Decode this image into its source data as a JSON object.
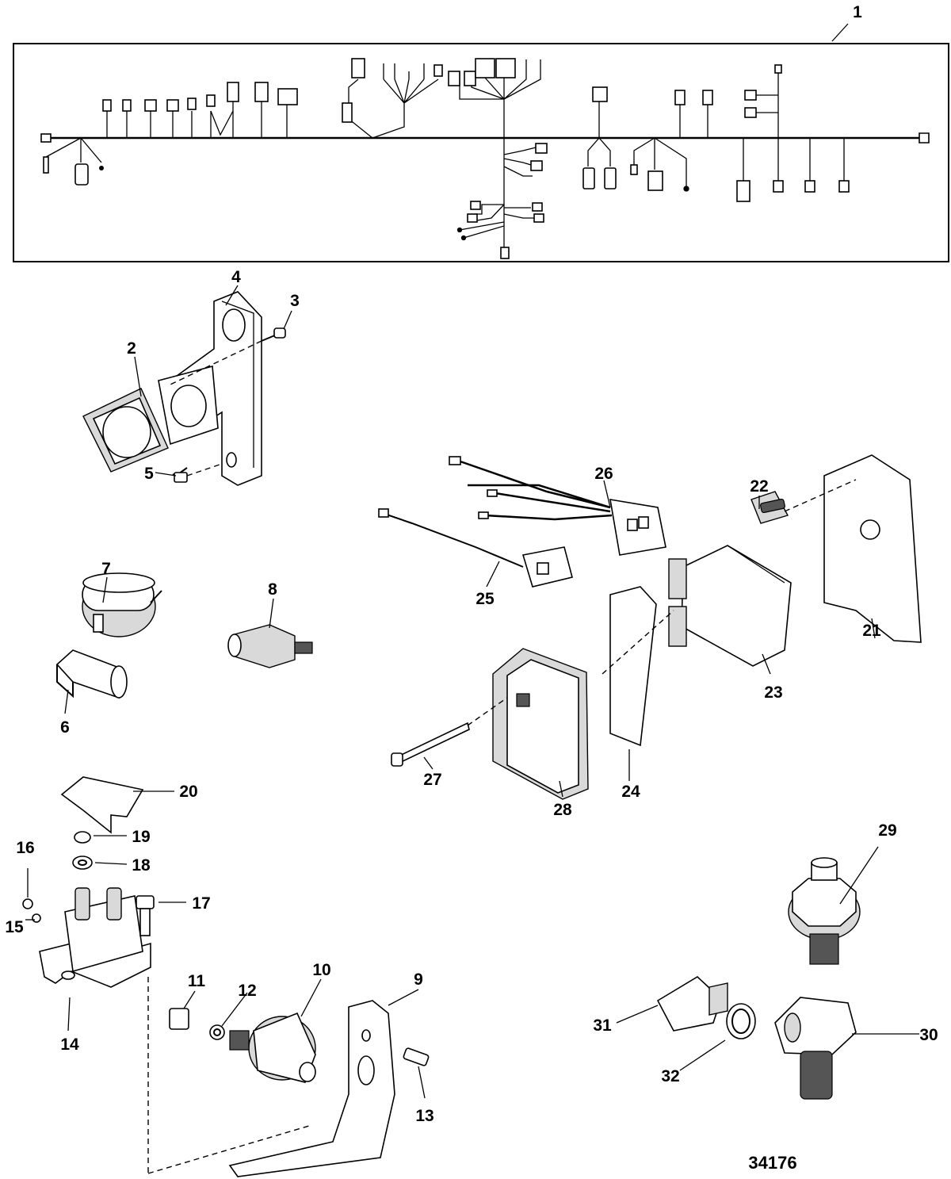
{
  "figure": {
    "reference_number": "34176"
  },
  "callouts": [
    {
      "id": "1",
      "label": "1"
    },
    {
      "id": "2",
      "label": "2"
    },
    {
      "id": "3",
      "label": "3"
    },
    {
      "id": "4",
      "label": "4"
    },
    {
      "id": "5",
      "label": "5"
    },
    {
      "id": "6",
      "label": "6"
    },
    {
      "id": "7",
      "label": "7"
    },
    {
      "id": "8",
      "label": "8"
    },
    {
      "id": "9",
      "label": "9"
    },
    {
      "id": "10",
      "label": "10"
    },
    {
      "id": "11",
      "label": "11"
    },
    {
      "id": "12",
      "label": "12"
    },
    {
      "id": "13",
      "label": "13"
    },
    {
      "id": "14",
      "label": "14"
    },
    {
      "id": "15",
      "label": "15"
    },
    {
      "id": "16",
      "label": "16"
    },
    {
      "id": "17",
      "label": "17"
    },
    {
      "id": "18",
      "label": "18"
    },
    {
      "id": "19",
      "label": "19"
    },
    {
      "id": "20",
      "label": "20"
    },
    {
      "id": "21",
      "label": "21"
    },
    {
      "id": "22",
      "label": "22"
    },
    {
      "id": "23",
      "label": "23"
    },
    {
      "id": "24",
      "label": "24"
    },
    {
      "id": "25",
      "label": "25"
    },
    {
      "id": "26",
      "label": "26"
    },
    {
      "id": "27",
      "label": "27"
    },
    {
      "id": "28",
      "label": "28"
    },
    {
      "id": "29",
      "label": "29"
    },
    {
      "id": "30",
      "label": "30"
    },
    {
      "id": "31",
      "label": "31"
    },
    {
      "id": "32",
      "label": "32"
    }
  ]
}
